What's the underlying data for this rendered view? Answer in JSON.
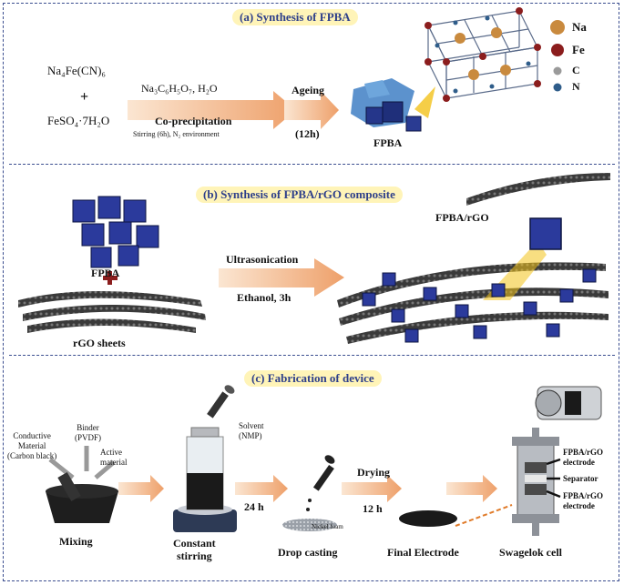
{
  "section_a": {
    "title": "(a) Synthesis of FPBA",
    "reactant1": "Na₄Fe(CN)₆",
    "plus": "+",
    "reactant2": "FeSO₄·7H₂O",
    "reagents": "Na₃C₆H₅O₇, H₂O",
    "process": "Co-precipitation",
    "conditions": "Stirring (6h), N₂ environment",
    "ageing_label": "Ageing",
    "ageing_time": "(12h)",
    "product_label": "FPBA",
    "legend": [
      {
        "label": "Na",
        "color": "#c98a3e"
      },
      {
        "label": "Fe",
        "color": "#8b1d1d"
      },
      {
        "label": "C",
        "color": "#9a9a9a"
      },
      {
        "label": "N",
        "color": "#2f5d8a"
      }
    ]
  },
  "section_b": {
    "title": "(b) Synthesis of FPBA/rGO composite",
    "fpba_label": "FPBA",
    "rgo_label": "rGO sheets",
    "process": "Ultrasonication",
    "conditions": "Ethanol, 3h",
    "product_label": "FPBA/rGO"
  },
  "section_c": {
    "title": "(c) Fabrication of device",
    "binder": "Binder\n(PVDF)",
    "conductive": "Conductive\nMaterial\n(Carbon black)",
    "active": "Active\nmaterial",
    "solvent": "Solvent\n(NMP)",
    "step_mixing": "Mixing",
    "step_stirring": "Constant\nstirring",
    "time_24": "24 h",
    "nickel": "Nickel foam",
    "step_drop": "Drop casting",
    "drying": "Drying",
    "time_12": "12 h",
    "step_final": "Final Electrode",
    "step_swagelok": "Swagelok cell",
    "elec_top": "FPBA/rGO\nelectrode",
    "separator": "Separator",
    "elec_bottom": "FPBA/rGO\nelectrode"
  },
  "colors": {
    "accent": "#2e3f8a",
    "title_bg": "#fff4b8",
    "arrow": "#f0b98a",
    "cube": "#2b3a9c"
  }
}
